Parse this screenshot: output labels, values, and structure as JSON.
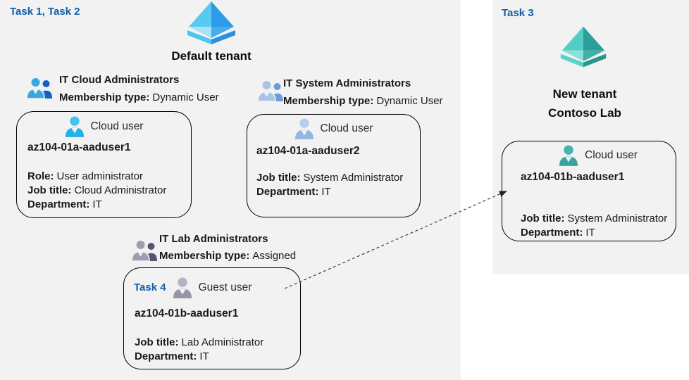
{
  "labels": {
    "task_1_2": "Task 1, Task 2",
    "task_3": "Task 3",
    "default_tenant": "Default tenant",
    "new_tenant_line1": "New tenant",
    "new_tenant_line2": "Contoso Lab"
  },
  "groups": {
    "cloud_admins": {
      "title": "IT Cloud Administrators",
      "membership_label": "Membership type:",
      "membership_value": "Dynamic User"
    },
    "system_admins": {
      "title": "IT System Administrators",
      "membership_label": "Membership type:",
      "membership_value": "Dynamic User"
    },
    "lab_admins": {
      "title": "IT Lab Administrators",
      "membership_label": "Membership type:",
      "membership_value": "Assigned"
    }
  },
  "users": {
    "cloud1": {
      "type_label": "Cloud user",
      "name": "az104-01a-aaduser1",
      "fields": [
        {
          "label": "Role:",
          "value": "User administrator"
        },
        {
          "label": "Job title:",
          "value": "Cloud Administrator"
        },
        {
          "label": "Department:",
          "value": "IT"
        }
      ]
    },
    "cloud2": {
      "type_label": "Cloud user",
      "name": "az104-01a-aaduser2",
      "fields": [
        {
          "label": "Job title:",
          "value": "System Administrator"
        },
        {
          "label": "Department:",
          "value": "IT"
        }
      ]
    },
    "guest": {
      "task_label": "Task 4",
      "type_label": "Guest user",
      "name": "az104-01b-aaduser1",
      "fields": [
        {
          "label": "Job title:",
          "value": "Lab Administrator"
        },
        {
          "label": "Department:",
          "value": "IT"
        }
      ]
    },
    "new_tenant_user": {
      "type_label": "Cloud user",
      "name": "az104-01b-aaduser1",
      "fields": [
        {
          "label": "Job title:",
          "value": "System Administrator"
        },
        {
          "label": "Department:",
          "value": "IT"
        }
      ]
    }
  },
  "colors": {
    "task_label": "#1160a8",
    "text": "#1a1a1a",
    "panel_bg": "#f2f2f2",
    "box_border": "#000000",
    "arrow": "#3a3a3a",
    "aad_blue": {
      "tl": "#58caf2",
      "tr": "#2d9ce8",
      "bl": "#a9e2f8",
      "br": "#46aeea",
      "rim_left": "#4cc4f1",
      "rim_right": "#2b8fe0"
    },
    "aad_teal": {
      "tl": "#52cdc6",
      "tr": "#2d9f97",
      "bl": "#8ae0da",
      "br": "#3db0a8",
      "rim_left": "#5ad2cb",
      "rim_right": "#27968e"
    },
    "group_cloud": {
      "front": "#3aa8e0",
      "back": "#1161c8"
    },
    "group_system": {
      "front": "#a8c5e6",
      "back": "#6d9cd6"
    },
    "group_lab": {
      "front": "#9d9fb0",
      "back": "#535672"
    },
    "user_cloud1": {
      "head": "#45c2ef",
      "body": "#27b0e8"
    },
    "user_cloud2": {
      "head": "#b7cfec",
      "body": "#94b7e2"
    },
    "user_guest": {
      "head": "#b2b4c1",
      "body": "#9496a8"
    },
    "user_new": {
      "head": "#41b5ae",
      "body": "#3aa59f"
    }
  }
}
